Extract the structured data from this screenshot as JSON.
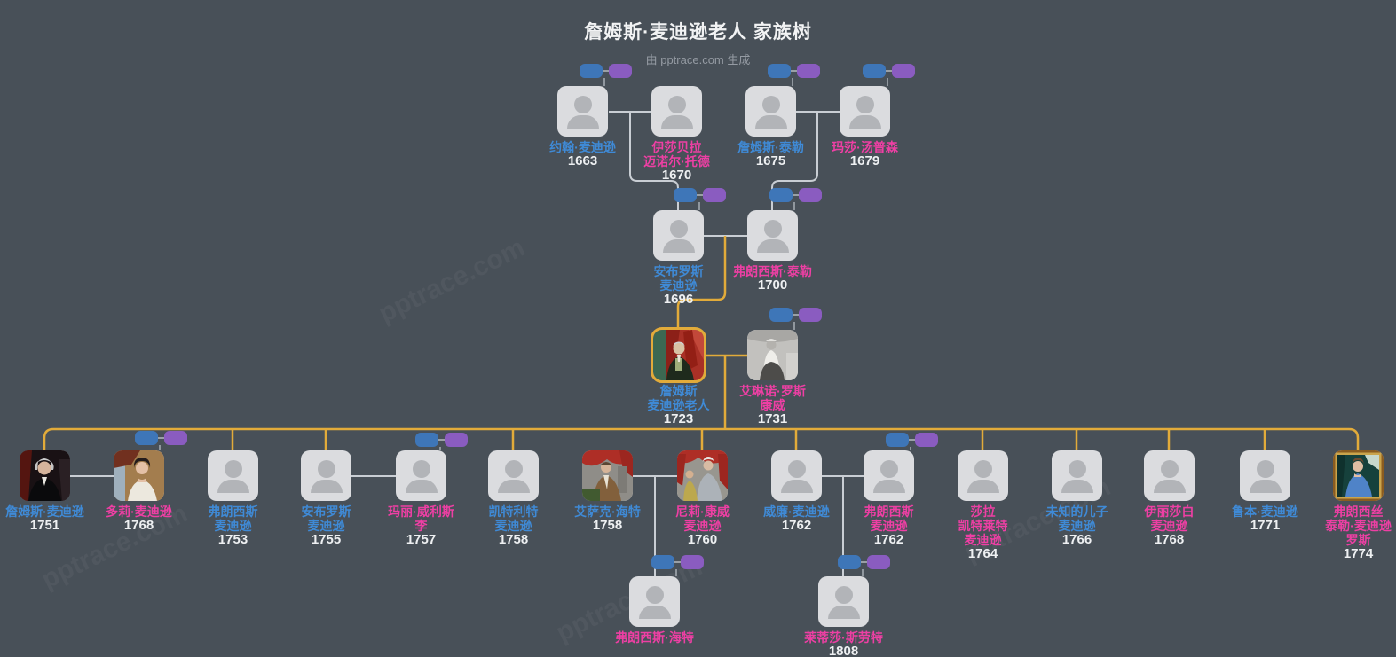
{
  "header": {
    "title": "詹姆斯·麦迪逊老人 家族树",
    "subtitle": "由 pptrace.com 生成"
  },
  "watermark": "pptrace.com",
  "colors": {
    "background": "#485058",
    "male_name": "#3f8ad6",
    "female_name": "#ee3fa4",
    "year_text": "#eef0f2",
    "lineage_gold": "#e2ab3a",
    "connector_gray": "#c9ced4",
    "toggle_blue": "#3e76b8",
    "toggle_purple": "#8a5cc0",
    "placeholder_bg": "#dbdcdf",
    "placeholder_icon": "#b2b4b8"
  },
  "persons": [
    {
      "name": "约翰·麦迪逊",
      "year": "1663",
      "gender": "male"
    },
    {
      "name": "伊莎贝拉\n迈诺尔·托德",
      "year": "1670",
      "gender": "female"
    },
    {
      "name": "詹姆斯·泰勒",
      "year": "1675",
      "gender": "male"
    },
    {
      "name": "玛莎·汤普森",
      "year": "1679",
      "gender": "female"
    },
    {
      "name": "安布罗斯\n麦迪逊",
      "year": "1696",
      "gender": "male"
    },
    {
      "name": "弗朗西斯·泰勒",
      "year": "1700",
      "gender": "female"
    },
    {
      "name": "詹姆斯\n麦迪逊老人",
      "year": "1723",
      "gender": "male"
    },
    {
      "name": "艾琳诺·罗斯\n康威",
      "year": "1731",
      "gender": "female"
    },
    {
      "name": "詹姆斯·麦迪逊",
      "year": "1751",
      "gender": "male"
    },
    {
      "name": "多莉·麦迪逊",
      "year": "1768",
      "gender": "female"
    },
    {
      "name": "弗朗西斯\n麦迪逊",
      "year": "1753",
      "gender": "male"
    },
    {
      "name": "安布罗斯\n麦迪逊",
      "year": "1755",
      "gender": "male"
    },
    {
      "name": "玛丽·威利斯\n李",
      "year": "1757",
      "gender": "female"
    },
    {
      "name": "凯特利特\n麦迪逊",
      "year": "1758",
      "gender": "male"
    },
    {
      "name": "艾萨克·海特",
      "year": "1758",
      "gender": "male"
    },
    {
      "name": "尼莉·康威\n麦迪逊",
      "year": "1760",
      "gender": "female"
    },
    {
      "name": "威廉·麦迪逊",
      "year": "1762",
      "gender": "male"
    },
    {
      "name": "弗朗西斯\n麦迪逊",
      "year": "1762",
      "gender": "female"
    },
    {
      "name": "莎拉\n凯特莱特\n麦迪逊",
      "year": "1764",
      "gender": "female"
    },
    {
      "name": "未知的儿子\n麦迪逊",
      "year": "1766",
      "gender": "male"
    },
    {
      "name": "伊丽莎白\n麦迪逊",
      "year": "1768",
      "gender": "female"
    },
    {
      "name": "鲁本·麦迪逊",
      "year": "1771",
      "gender": "male"
    },
    {
      "name": "弗朗西丝\n泰勒·麦迪逊\n罗斯",
      "year": "1774",
      "gender": "female"
    },
    {
      "name": "弗朗西斯·海特",
      "year": "",
      "gender": "female"
    },
    {
      "name": "莱蒂莎·斯劳特",
      "year": "1808",
      "gender": "female"
    }
  ]
}
